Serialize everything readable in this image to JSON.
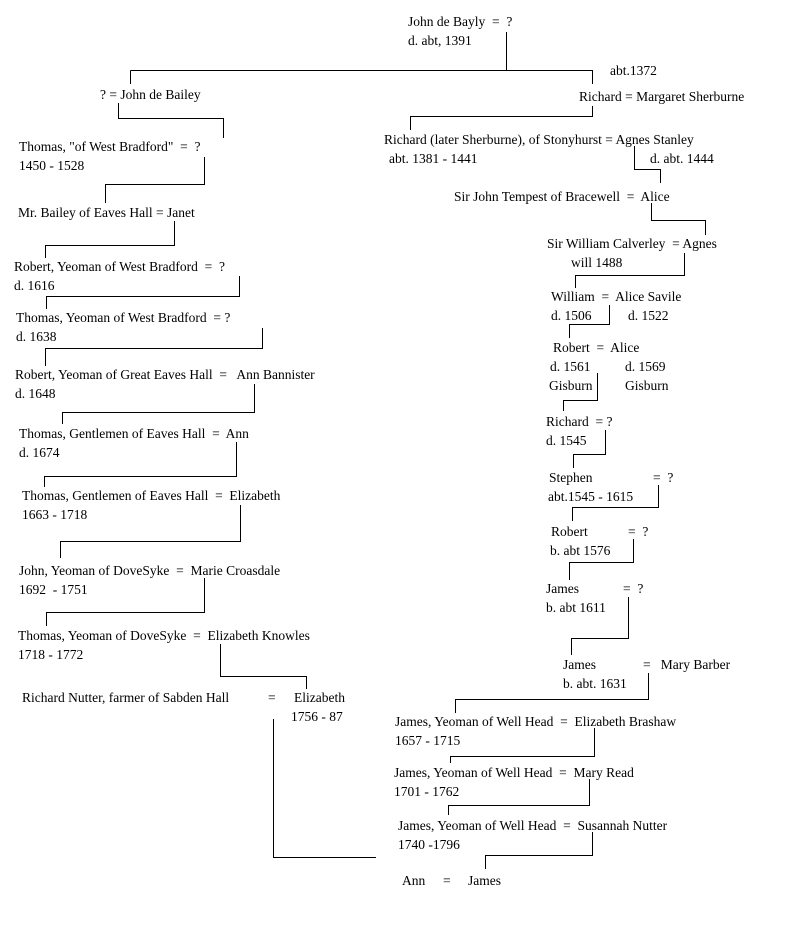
{
  "people": {
    "john_de_bayly": {
      "name": "John de Bayly  =  ?",
      "dates": "d. abt, 1391"
    },
    "marriage_1372": "abt.1372",
    "john_de_bailey": "? = John de Bailey",
    "richard_margaret": "Richard = Margaret Sherburne",
    "thomas_west_bradford": {
      "name": "Thomas, \"of West Bradford\"  =  ?",
      "dates": "1450 - 1528"
    },
    "richard_stonyhurst": {
      "name": "Richard (later Sherburne), of Stonyhurst = Agnes Stanley",
      "dates_husband": "abt. 1381 - 1441",
      "dates_wife": "d. abt. 1444"
    },
    "mr_bailey": "Mr. Bailey of Eaves Hall = Janet",
    "john_tempest": "Sir John Tempest of Bracewell  =  Alice",
    "william_calverley": {
      "name": "Sir William Calverley  = Agnes",
      "dates": "will 1488"
    },
    "robert_1616": {
      "name": "Robert, Yeoman of West Bradford  =  ?",
      "dates": "d. 1616"
    },
    "william_savile": {
      "name": "William  =  Alice Savile",
      "dates_husband": "d. 1506",
      "dates_wife": "d. 1522"
    },
    "thomas_1638": {
      "name": "Thomas, Yeoman of West Bradford  = ?",
      "dates": "d. 1638"
    },
    "robert_alice": {
      "name": "Robert  =  Alice",
      "dates_husband": "d. 1561",
      "dates_wife": "d. 1569",
      "place_husband": "Gisburn",
      "place_wife": "Gisburn"
    },
    "robert_1648": {
      "name": "Robert, Yeoman of Great Eaves Hall  =   Ann Bannister",
      "dates": "d. 1648"
    },
    "richard_1545": {
      "name": "Richard  = ?",
      "dates": "d. 1545"
    },
    "thomas_1674": {
      "name": "Thomas, Gentlemen of Eaves Hall  =  Ann",
      "dates": "d. 1674"
    },
    "stephen": {
      "name": "Stephen",
      "spouse": "=  ?",
      "dates": "abt.1545 - 1615"
    },
    "thomas_1718": {
      "name": "Thomas, Gentlemen of Eaves Hall  =  Elizabeth",
      "dates": "1663 - 1718"
    },
    "robert_1576": {
      "name": "Robert",
      "spouse": "=  ?",
      "dates": "b. abt 1576"
    },
    "john_dovesyke": {
      "name": "John, Yeoman of DoveSyke  =  Marie Croasdale",
      "dates": "1692  - 1751"
    },
    "james_1611": {
      "name": "James",
      "spouse": "=  ?",
      "dates": "b. abt 1611"
    },
    "thomas_dovesyke": {
      "name": "Thomas, Yeoman of DoveSyke  =  Elizabeth Knowles",
      "dates": "1718 - 1772"
    },
    "james_1631": {
      "name": "James",
      "spouse": "=   Mary Barber",
      "dates": "b. abt. 1631"
    },
    "richard_nutter": {
      "name": "Richard Nutter, farmer of Sabden Hall",
      "eq": "=",
      "spouse": "Elizabeth",
      "dates": "1756 - 87"
    },
    "james_1657": {
      "name": "James, Yeoman of Well Head  =  Elizabeth Brashaw",
      "dates": "1657 - 1715"
    },
    "james_1701": {
      "name": "James, Yeoman of Well Head  =  Mary Read",
      "dates": "1701 - 1762"
    },
    "james_1740": {
      "name": "James, Yeoman of Well Head  =  Susannah Nutter",
      "dates": "1740 -1796"
    },
    "ann_james": {
      "left": "Ann",
      "eq": "=",
      "right": "James"
    }
  }
}
